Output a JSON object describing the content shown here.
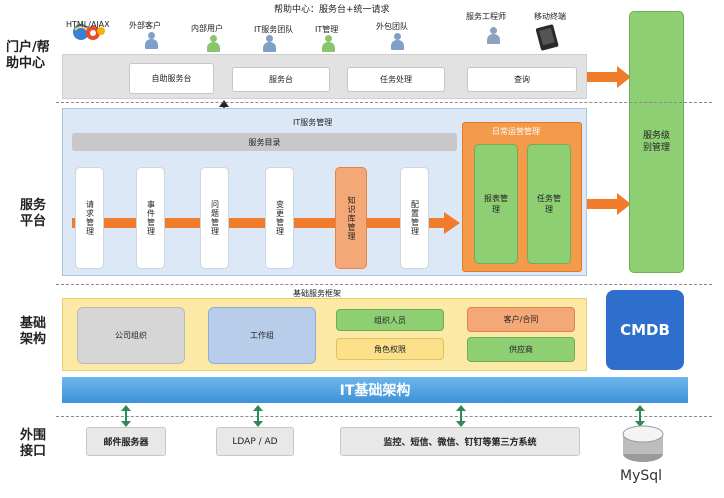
{
  "top_header": "帮助中心：服务台+统一请求",
  "layers": {
    "portal": "门户/帮助中心",
    "service": "服务平台",
    "foundation": "基础架构",
    "external": "外围接口"
  },
  "users": [
    {
      "label": "HTML/AJAX",
      "icon": "browser-icon"
    },
    {
      "label": "外部客户",
      "icon": "person-icon"
    },
    {
      "label": "内部用户",
      "icon": "person-icon"
    },
    {
      "label": "IT服务团队",
      "icon": "person-icon"
    },
    {
      "label": "IT管理",
      "icon": "person-icon"
    },
    {
      "label": "外包团队",
      "icon": "person-icon"
    },
    {
      "label": "服务工程师",
      "icon": "person-icon"
    },
    {
      "label": "移动终端",
      "icon": "mobile-device-icon"
    }
  ],
  "portal_buttons": [
    "自助服务台",
    "服务台",
    "任务处理",
    "查询"
  ],
  "sla": "服务级别管理",
  "it_service_title": "IT服务管理",
  "service_catalog": "服务目录",
  "processes": [
    "请求管理",
    "事件管理",
    "问题管理",
    "变更管理",
    "知识库管理",
    "配置管理"
  ],
  "daily_ops": {
    "title": "日常运营管理",
    "items": [
      "报表管理",
      "任务管理"
    ]
  },
  "framework": {
    "title": "基础服务框架",
    "company_org": "公司组织",
    "workgroup": "工作组",
    "org_staff": "组织人员",
    "roles": "角色权限",
    "customer_contract": "客户/合同",
    "supplier": "供应商"
  },
  "cmdb": "CMDB",
  "it_infra": "IT基础架构",
  "interfaces": [
    "邮件服务器",
    "LDAP / AD",
    "监控、短信、微信、钉钉等第三方系统"
  ],
  "database": {
    "label": "MySql",
    "icon": "database-icon"
  },
  "colors": {
    "portal_band": "#e2e2e2",
    "service_band": "#dce8f5",
    "process_arrow": "#f07b2a",
    "daily_ops_bg": "#f39a4b",
    "green": "#8fcf74",
    "framework_bg": "#fde9a6",
    "cmdb": "#2e6fce",
    "infra_bar": "#4ea2e0"
  }
}
